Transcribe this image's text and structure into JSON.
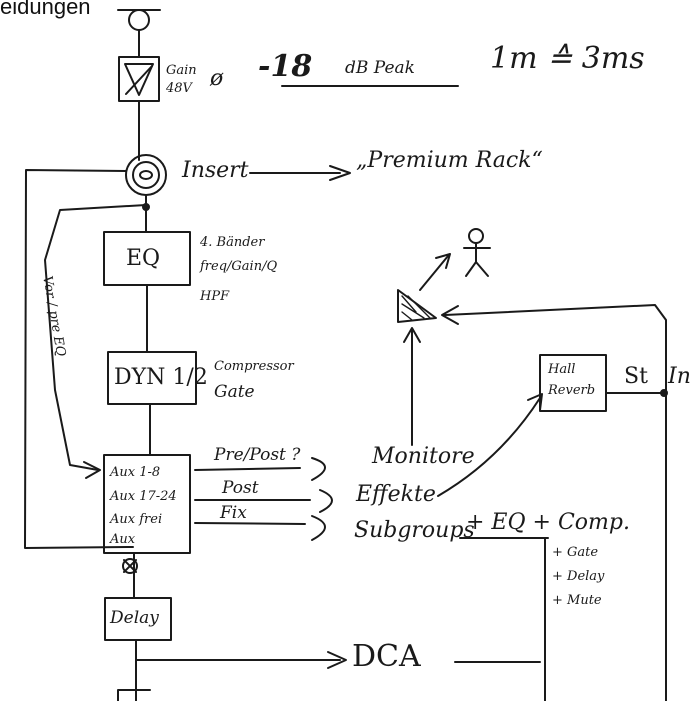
{
  "caption": "eidungen",
  "channel": {
    "preamp_label_1": "Gain",
    "preamp_label_2": "48V",
    "phase_symbol": "ø",
    "peak_level": "-18",
    "peak_unit": "dB Peak",
    "ratio": "1m ≙ 3ms",
    "insert": "Insert",
    "insert_target": "„Premium Rack“",
    "eq_box": "EQ",
    "eq_note_1": "4. Bänder",
    "eq_note_2": "freq/Gain/Q",
    "eq_note_3": "HPF",
    "vorne_label": "Vor / pre EQ",
    "dyn_box": "DYN 1/2",
    "dyn_note_1": "Compressor",
    "dyn_note_2": "Gate",
    "aux_line_1": "Aux 1-8",
    "aux_line_2": "Aux 17-24",
    "aux_line_3": "Aux frei",
    "aux_line_4": "Aux",
    "route_1": "Pre/Post ?",
    "route_2": "Post",
    "route_3": "Fix",
    "dest_1": "Monitore",
    "dest_2": "Effekte",
    "dest_3": "Subgroups",
    "sub_proc_1": "+ EQ + Comp.",
    "sub_proc_2": "+ Gate",
    "sub_proc_3": "+ Delay",
    "sub_proc_4": "+ Mute",
    "hall_1": "Hall",
    "hall_2": "Reverb",
    "stereo": "St",
    "stereo_in": "In",
    "delay_box": "Delay",
    "dca": "DCA"
  }
}
